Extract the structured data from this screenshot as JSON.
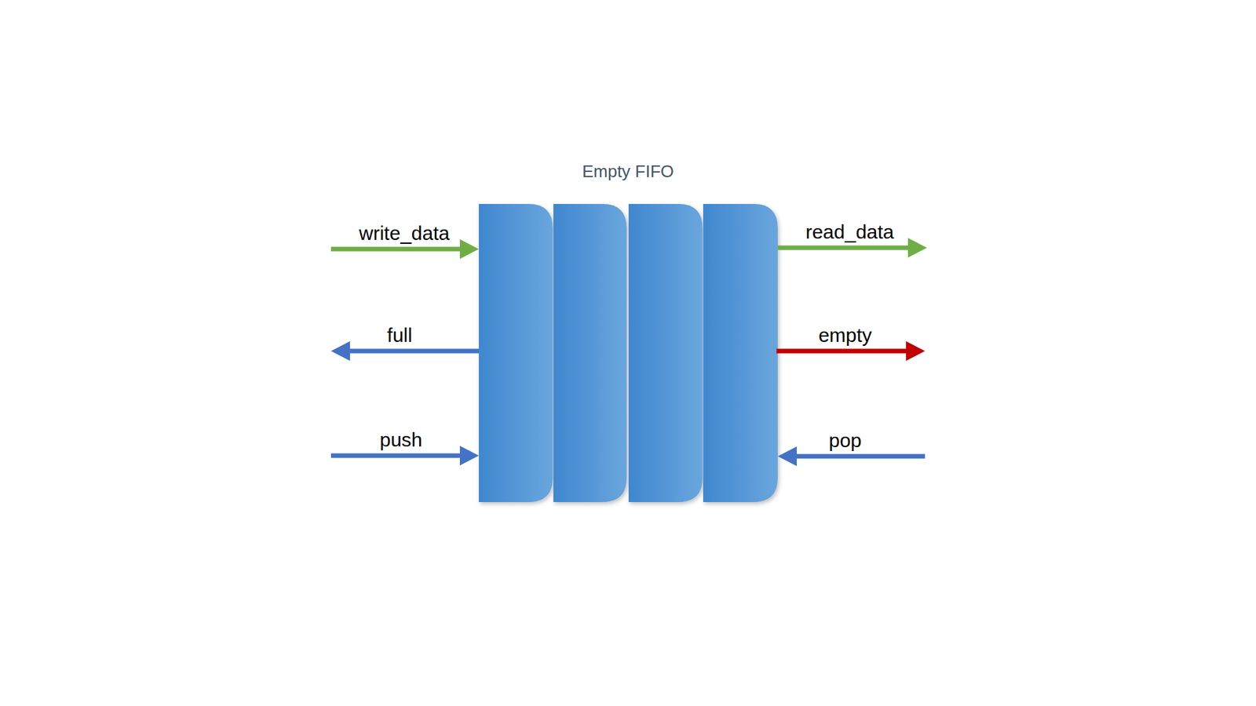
{
  "diagram": {
    "title": "Empty FIFO",
    "labels": [
      "write_data",
      "read_data",
      "full",
      "empty",
      "push",
      "pop"
    ]
  }
}
